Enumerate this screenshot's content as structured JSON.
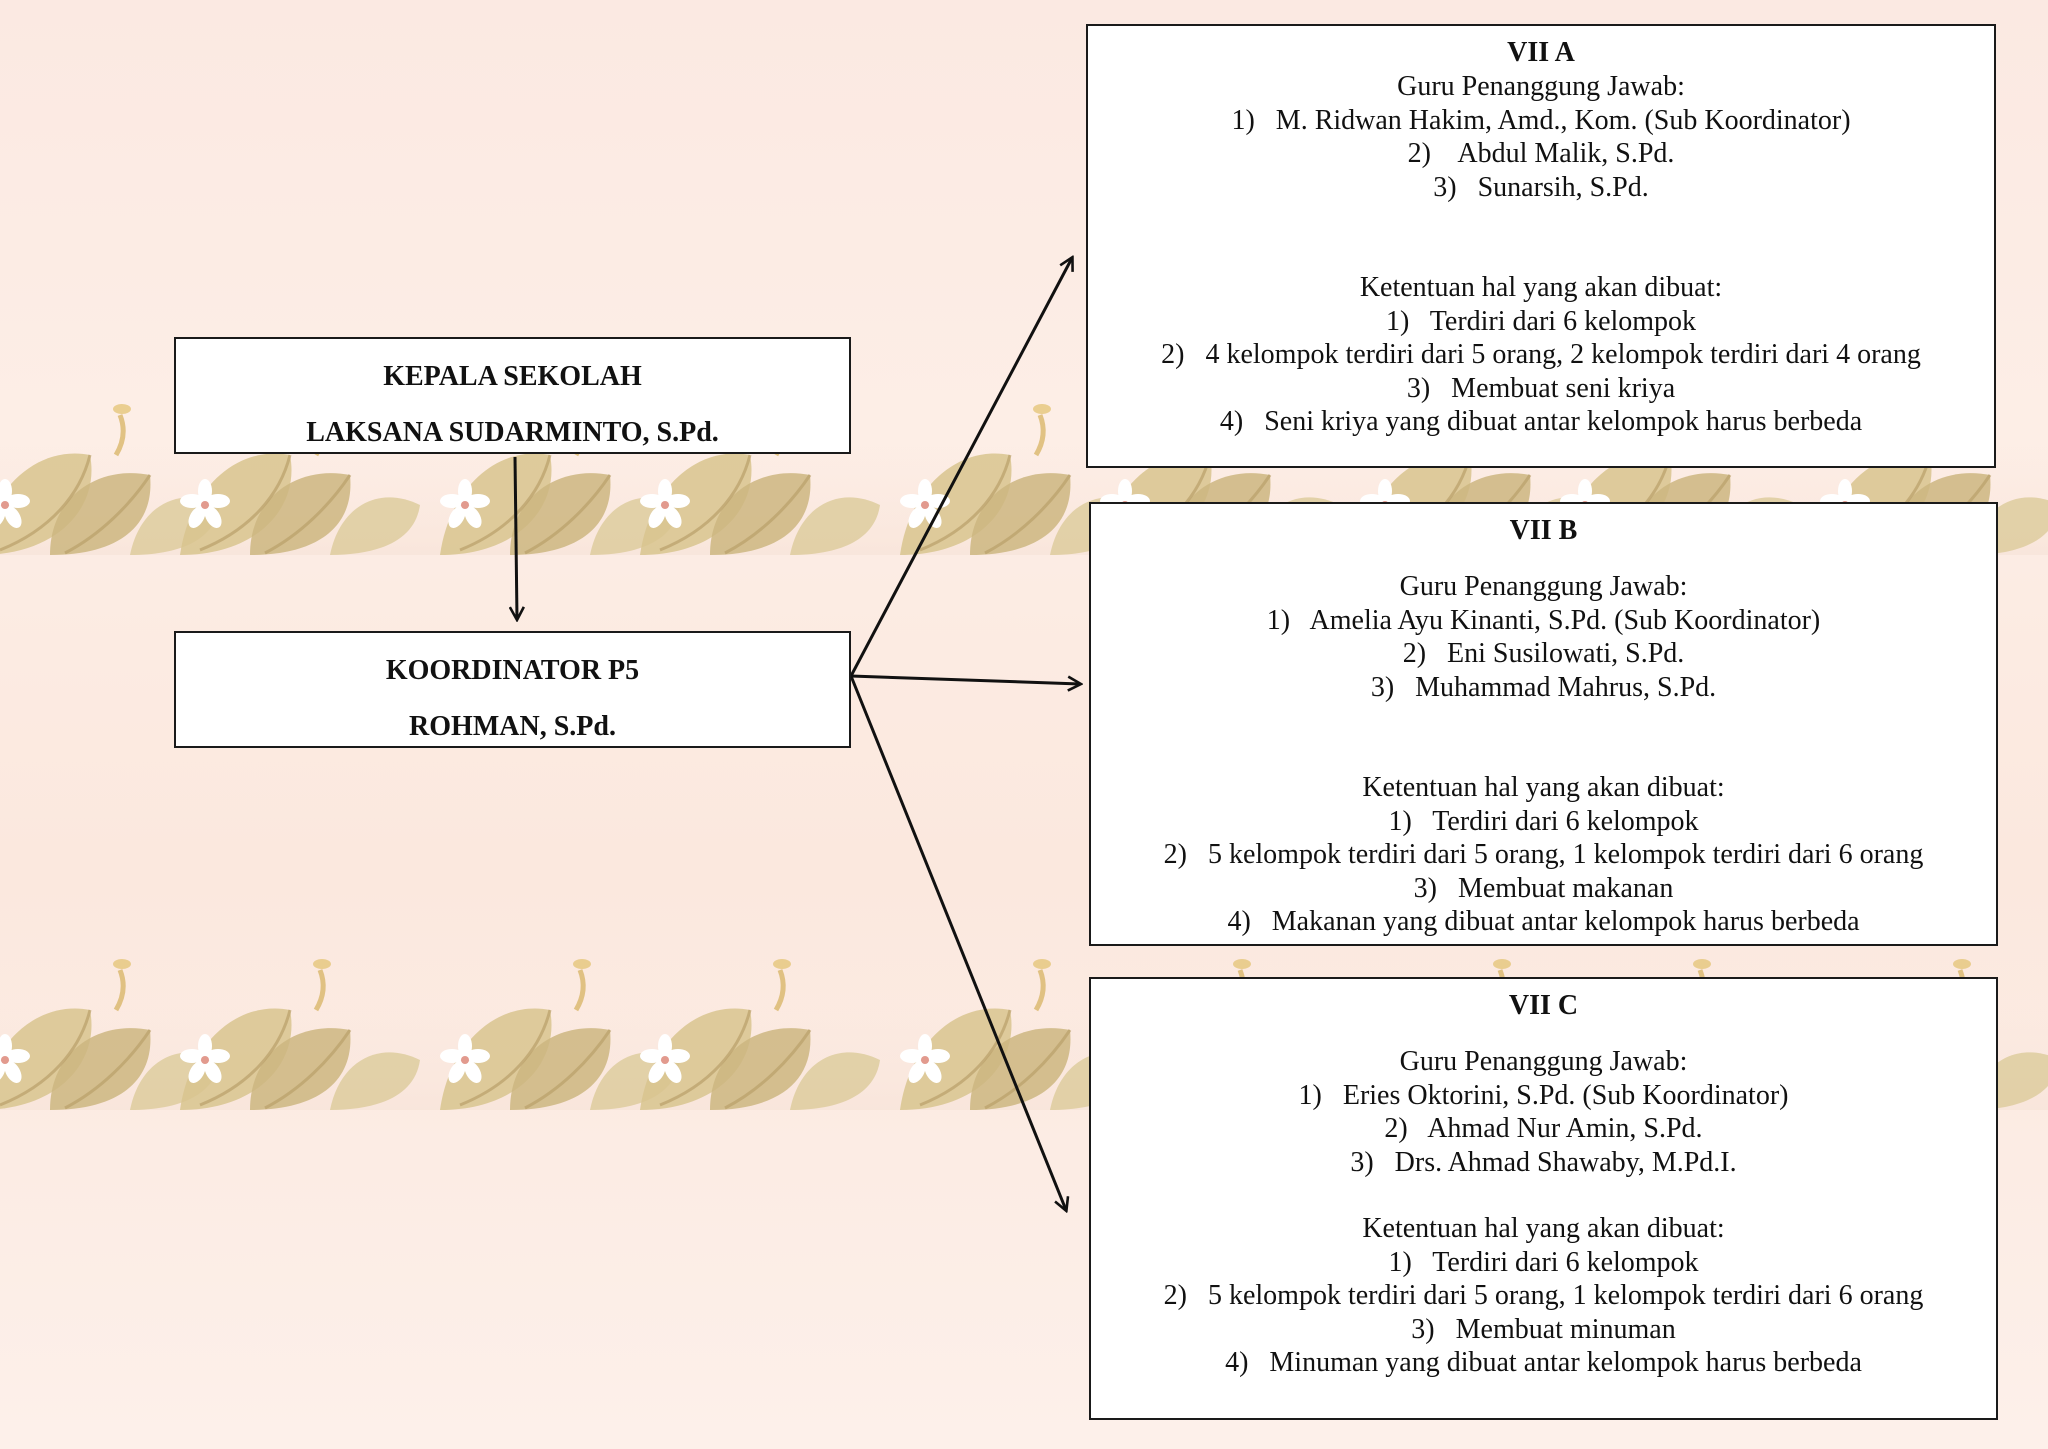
{
  "head": {
    "role": "KEPALA SEKOLAH",
    "name": "LAKSANA SUDARMINTO, S.Pd."
  },
  "coordinator": {
    "role": "KOORDINATOR P5",
    "name": "ROHMAN, S.Pd."
  },
  "classes": [
    {
      "title": "VII A",
      "teachers_heading": "Guru Penanggung Jawab:",
      "teachers": [
        "1)   M. Ridwan Hakim, Amd., Kom. (Sub Koordinator)",
        "2)    Abdul Malik, S.Pd.",
        "3)   Sunarsih, S.Pd."
      ],
      "rules_heading": "Ketentuan hal yang akan dibuat:",
      "rules": [
        "1)   Terdiri dari 6 kelompok",
        "2)   4 kelompok terdiri dari 5 orang, 2 kelompok terdiri dari 4 orang",
        "3)   Membuat seni kriya",
        "4)   Seni kriya yang dibuat antar kelompok harus berbeda"
      ]
    },
    {
      "title": "VII B",
      "teachers_heading": "Guru Penanggung Jawab:",
      "teachers": [
        "1)   Amelia Ayu Kinanti, S.Pd. (Sub Koordinator)",
        "2)   Eni Susilowati, S.Pd.",
        "3)   Muhammad Mahrus, S.Pd."
      ],
      "rules_heading": "Ketentuan hal yang akan dibuat:",
      "rules": [
        "1)   Terdiri dari 6 kelompok",
        "2)   5 kelompok terdiri dari 5 orang, 1 kelompok terdiri dari 6 orang",
        "3)   Membuat makanan",
        "4)   Makanan yang dibuat antar kelompok harus berbeda"
      ]
    },
    {
      "title": "VII C",
      "teachers_heading": "Guru Penanggung Jawab:",
      "teachers": [
        "1)   Eries Oktorini, S.Pd. (Sub Koordinator)",
        "2)   Ahmad Nur Amin, S.Pd.",
        "3)   Drs. Ahmad Shawaby, M.Pd.I."
      ],
      "rules_heading": "Ketentuan hal yang akan dibuat:",
      "rules": [
        "1)   Terdiri dari 6 kelompok",
        "2)   5 kelompok terdiri dari 5 orang, 1 kelompok terdiri dari 6 orang",
        "3)   Membuat minuman",
        "4)   Minuman yang dibuat antar kelompok harus berbeda"
      ]
    }
  ],
  "colors": {
    "background": "#fbe9e2",
    "leaf": "#d8c48e",
    "leaf_dark": "#c9b27a",
    "flower": "#ffffff",
    "flower_center": "#e8b8b0",
    "line": "#111111"
  }
}
